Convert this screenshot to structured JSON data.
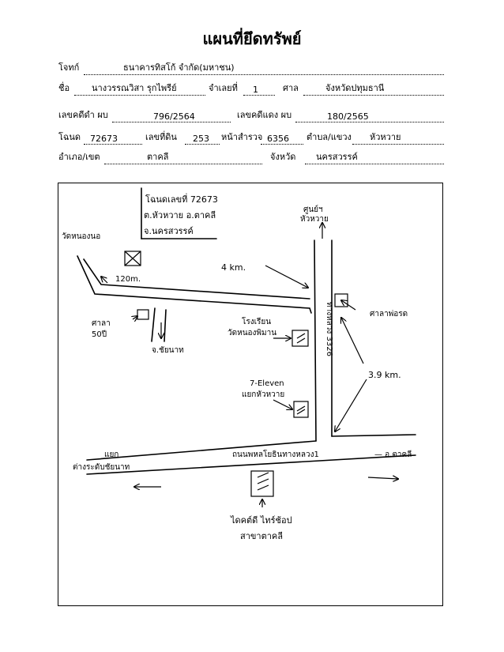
{
  "document": {
    "title": "แผนที่ยึดทรัพย์"
  },
  "fields": {
    "plaintiff_label": "โจทก์",
    "plaintiff_value": "ธนาคารทิสโก้ จำกัด(มหาชน)",
    "defendant_label": "ชื่อ",
    "defendant_value": "นางวรรณวิสา รุกไพรีย์",
    "defendant_no_label": "จำเลยที่",
    "defendant_no_value": "1",
    "court_label": "ศาล",
    "court_value": "จังหวัดปทุมธานี",
    "black_case_label": "เลขคดีดำ ผบ",
    "black_case_value": "796/2564",
    "red_case_label": "เลขคดีแดง ผบ",
    "red_case_value": "180/2565",
    "deed_label": "โฉนด",
    "deed_value": "72673",
    "land_no_label": "เลขที่ดิน",
    "land_no_value": "253",
    "survey_label": "หน้าสำรวจ",
    "survey_value": "6356",
    "subdistrict_label": "ตำบล/แขวง",
    "subdistrict_value": "หัวหวาย",
    "district_label": "อำเภอ/เขต",
    "district_value": "ตาคลี",
    "province_label": "จังหวัด",
    "province_value": "นครสวรรค์"
  },
  "map": {
    "deed_note_line1": "โฉนดเลขที่ 72673",
    "deed_note_line2": "ต.หัวหวาย อ.ตาคลี",
    "deed_note_line3": "จ.นครสวรรค์",
    "label_top_left": "วัดหนองนอ",
    "label_120m": "120m.",
    "label_4km": "4 km.",
    "label_top_right_line1": "ศูนย์ฯ",
    "label_top_right_line2": "หัวหวาย",
    "label_school_line1": "ศาลา",
    "label_school_line2": "50ปี",
    "label_chainat": "จ.ชัยนาท",
    "label_office_line1": "โรงเรียน",
    "label_office_line2": "วัดหนองพิมาน",
    "label_road": "ทางหลวง 3326",
    "label_salaa": "ศาลาพ่อรด",
    "label_39km": "3.9 km.",
    "label_7eleven_line1": "7-Eleven",
    "label_7eleven_line2": "แยกหัวหวาย",
    "label_lower_left_line1": "แยก",
    "label_lower_left_line2": "ต่างระดับชัยนาท",
    "label_main_road": "ถนนพหลโยธินทางหลวง1",
    "label_takhli": "— อ.ตาคลี",
    "label_bottom_line1": "ไดคต์ดี ไทร์ช้อป",
    "label_bottom_line2": "สาขาตาคลี"
  }
}
